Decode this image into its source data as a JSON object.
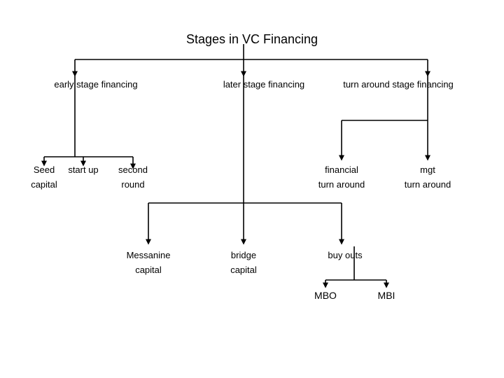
{
  "title": "Stages in VC Financing",
  "colors": {
    "background": "#ffffff",
    "line": "#000000",
    "text": "#000000"
  },
  "chart_data": {
    "type": "diagram",
    "title": "Stages in VC Financing",
    "orientation": "top-down-tree",
    "nodes": [
      {
        "id": "root",
        "label": "Stages in VC Financing",
        "level": 0
      },
      {
        "id": "early",
        "label": "early stage financing",
        "level": 1,
        "parent": "root"
      },
      {
        "id": "later",
        "label": "later stage financing",
        "level": 1,
        "parent": "root"
      },
      {
        "id": "turnaround",
        "label": "turn around stage financing",
        "level": 1,
        "parent": "root"
      },
      {
        "id": "seed",
        "label": "Seed capital",
        "level": 2,
        "parent": "early"
      },
      {
        "id": "startup",
        "label": "start up",
        "level": 2,
        "parent": "early"
      },
      {
        "id": "second",
        "label": "second round",
        "level": 2,
        "parent": "early"
      },
      {
        "id": "fin-turn",
        "label": "financial turn around",
        "level": 2,
        "parent": "turnaround"
      },
      {
        "id": "mgt-turn",
        "label": "mgt turn around",
        "level": 2,
        "parent": "turnaround"
      },
      {
        "id": "messanine",
        "label": "Messanine capital",
        "level": 2,
        "parent": "later"
      },
      {
        "id": "bridge",
        "label": "bridge capital",
        "level": 2,
        "parent": "later"
      },
      {
        "id": "buyouts",
        "label": "buy outs",
        "level": 2,
        "parent": "later"
      },
      {
        "id": "mbo",
        "label": "MBO",
        "level": 3,
        "parent": "buyouts"
      },
      {
        "id": "mbi",
        "label": "MBI",
        "level": 3,
        "parent": "buyouts"
      }
    ]
  },
  "nodes": {
    "early_stage": {
      "line1": "early stage financing"
    },
    "later_stage": {
      "line1": "later stage financing"
    },
    "turn_around_stage": {
      "line1": "turn around stage financing"
    },
    "seed": {
      "line1": "Seed",
      "line2": "capital"
    },
    "start_up": {
      "line1": "start up"
    },
    "second_round": {
      "line1": "second",
      "line2": "round"
    },
    "financial_turn_around": {
      "line1": "financial",
      "line2": "turn around"
    },
    "mgt_turn_around": {
      "line1": "mgt",
      "line2": "turn around"
    },
    "messanine": {
      "line1": "Messanine",
      "line2": "capital"
    },
    "bridge": {
      "line1": "bridge",
      "line2": "capital"
    },
    "buy_outs": {
      "line1": "buy outs"
    },
    "mbo": {
      "line1": "MBO"
    },
    "mbi": {
      "line1": "MBI"
    }
  }
}
